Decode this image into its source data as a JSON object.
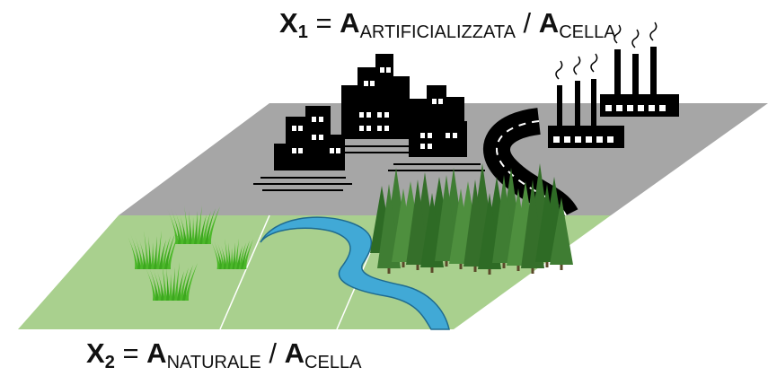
{
  "formula_top": {
    "var": "X",
    "index": "1",
    "eq": "=",
    "a1": "A",
    "sub1": "ARTIFICIALIZZATA",
    "slash": "/",
    "a2": "A",
    "sub2": "CELLA"
  },
  "formula_bottom": {
    "var": "X",
    "index": "2",
    "eq": "=",
    "a1": "A",
    "sub1": "NATURALE",
    "slash": "/",
    "a2": "A",
    "sub2": "CELLA"
  },
  "colors": {
    "artificial_area": "#a6a6a6",
    "natural_area": "#a9d08e",
    "river": "#41a9d6",
    "forest": "#3f7d33",
    "grass": "#4cb82a",
    "buildings": "#000000"
  },
  "icons": [
    "city-buildings-icon",
    "factory-icon",
    "road-icon",
    "forest-icon",
    "grass-icon",
    "river-icon"
  ]
}
